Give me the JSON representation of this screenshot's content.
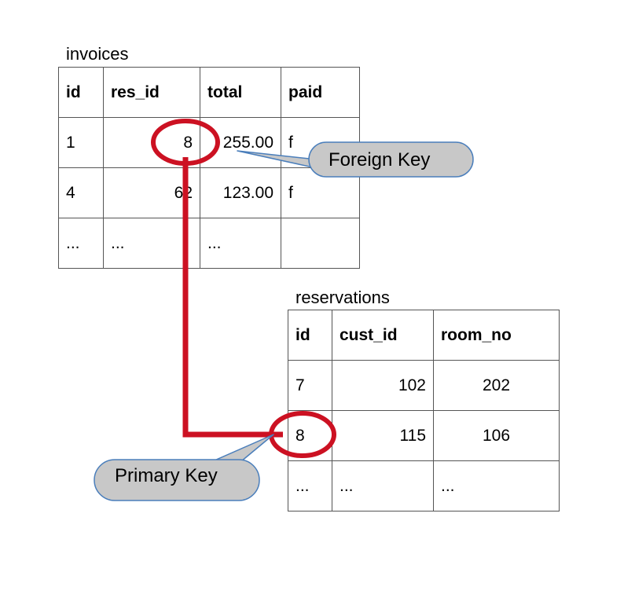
{
  "diagram": {
    "title_left": "invoices",
    "title_right": "reservations",
    "accent_red": "#CC1122",
    "callout_fill": "#C8C8C8",
    "callout_stroke": "#4A7EBB",
    "table_border": "#555555"
  },
  "invoices": {
    "name": "invoices",
    "columns": [
      "id",
      "res_id",
      "total",
      "paid"
    ],
    "rows": [
      {
        "id": "1",
        "res_id": "8",
        "total": "255.00",
        "paid": "f"
      },
      {
        "id": "4",
        "res_id": "62",
        "total": "123.00",
        "paid": "f"
      },
      {
        "id": "...",
        "res_id": "...",
        "total": "...",
        "paid": ""
      }
    ]
  },
  "reservations": {
    "name": "reservations",
    "columns": [
      "id",
      "cust_id",
      "room_no"
    ],
    "rows": [
      {
        "id": "7",
        "cust_id": "102",
        "room_no": "202"
      },
      {
        "id": "8",
        "cust_id": "115",
        "room_no": "106"
      },
      {
        "id": "...",
        "cust_id": "...",
        "room_no": "..."
      }
    ]
  },
  "annotations": {
    "foreign_key": "Foreign Key",
    "primary_key": "Primary Key"
  }
}
